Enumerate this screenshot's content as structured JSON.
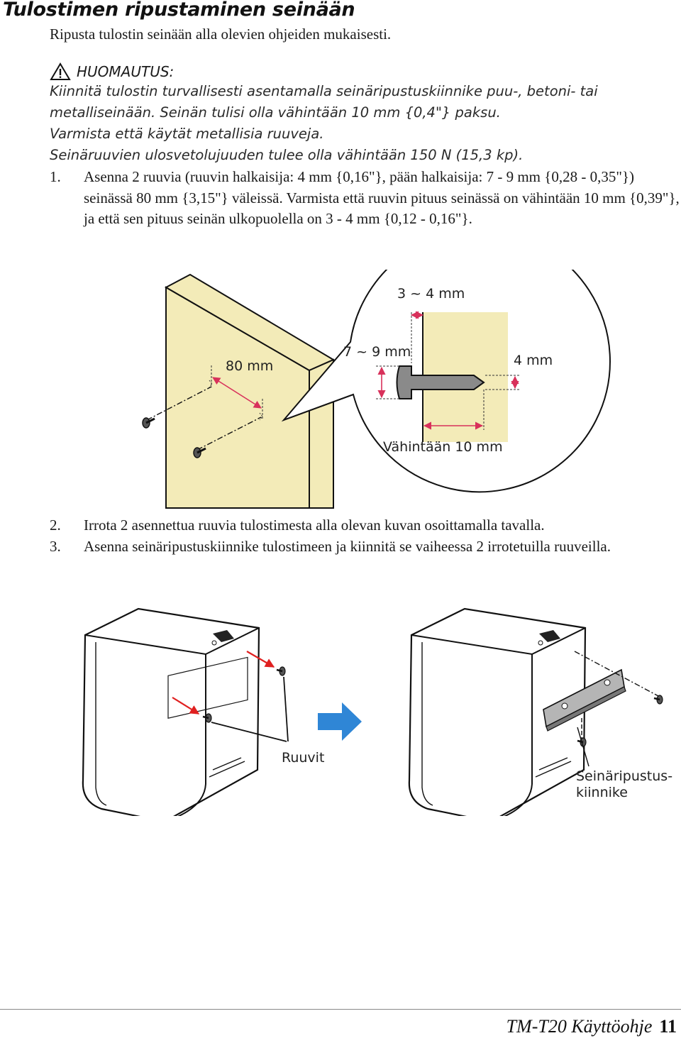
{
  "title": "Tulostimen ripustaminen seinään",
  "intro": "Ripusta tulostin seinään alla olevien ohjeiden mukaisesti.",
  "note": {
    "icon": "warning-triangle-icon",
    "heading": "HUOMAUTUS:",
    "lines": [
      "Kiinnitä tulostin turvallisesti asentamalla seinäripustuskiinnike puu-, betoni- tai",
      "metalliseinään. Seinän tulisi olla vähintään 10 mm {0,4\"} paksu.",
      "Varmista että käytät metallisia ruuveja.",
      "Seinäruuvien ulosvetolujuuden tulee olla vähintään 150 N (15,3 kp)."
    ]
  },
  "steps": [
    {
      "num": "1.",
      "text": "Asenna 2 ruuvia (ruuvin halkaisija: 4 mm {0,16\"}, pään halkaisija: 7 - 9 mm {0,28 - 0,35\"}) seinässä 80 mm {3,15\"} väleissä. Varmista että ruuvin pituus seinässä on vähintään 10 mm {0,39\"}, ja että sen pituus seinän ulkopuolella on 3 - 4 mm {0,12 - 0,16\"}."
    },
    {
      "num": "2.",
      "text": "Irrota 2 asennettua ruuvia tulostimesta alla olevan kuvan osoittamalla tavalla."
    },
    {
      "num": "3.",
      "text": "Asenna seinäripustuskiinnike tulostimeen ja kiinnitä se vaiheessa 2 irrotetuilla ruuveilla."
    }
  ],
  "figure1": {
    "label_spacing": "80 mm",
    "label_overhang": "3 ~ 4 mm",
    "label_head": "7 ~ 9 mm",
    "label_diameter": "4 mm",
    "label_min": "Vähintään 10 mm",
    "wall_color": "#f3ebb8"
  },
  "figure2": {
    "label_screws": "Ruuvit",
    "label_bracket_1": "Seinäripustus-",
    "label_bracket_2": "kiinnike",
    "arrow_color": "#2f86d6",
    "pointer_color": "#e02020"
  },
  "footer": {
    "manual": "TM-T20 Käyttöohje",
    "page": "11"
  }
}
